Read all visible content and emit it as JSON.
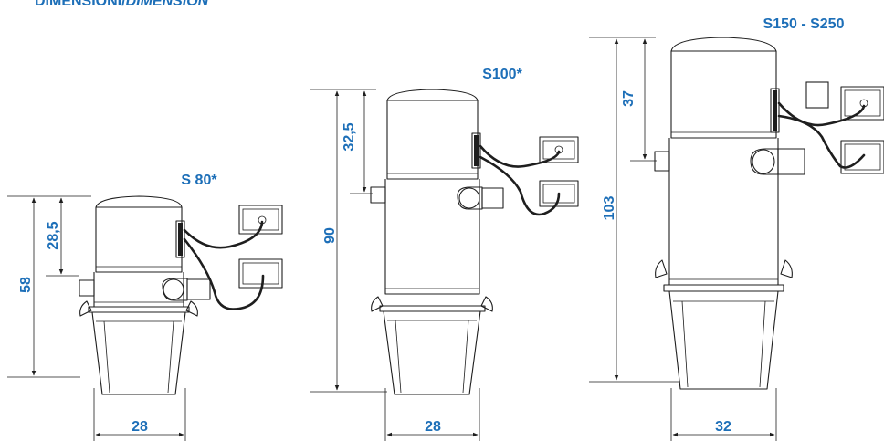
{
  "header": {
    "title_main": "DIMENSIONI/",
    "title_italic": "DIMENSION"
  },
  "units": [
    {
      "model": "S 80*",
      "height": "58",
      "upper_height": "28,5",
      "width": "28"
    },
    {
      "model": "S100*",
      "height": "90",
      "upper_height": "32,5",
      "width": "28"
    },
    {
      "model": "S150 - S250",
      "height": "103",
      "upper_height": "37",
      "width": "32"
    }
  ],
  "colors": {
    "label_blue": "#1d6fb8",
    "line": "#1e1e1e"
  }
}
